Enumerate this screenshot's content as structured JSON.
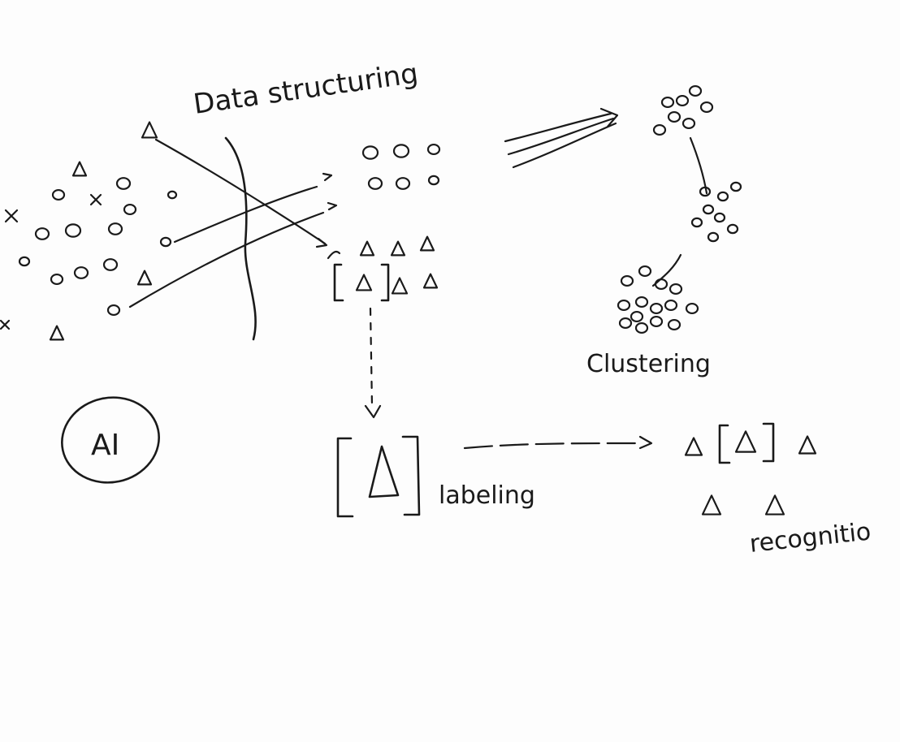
{
  "labels": {
    "data_structuring": "Data structuring",
    "clustering": "Clustering",
    "labeling": "labeling",
    "recognition": "recognitio",
    "ai": "AI"
  },
  "colors": {
    "ink": "#1a1a1a",
    "paper": "#fdfdfd"
  },
  "shapes": {
    "circle": "circle-mark",
    "triangle": "triangle-mark",
    "cross": "cross-mark"
  }
}
